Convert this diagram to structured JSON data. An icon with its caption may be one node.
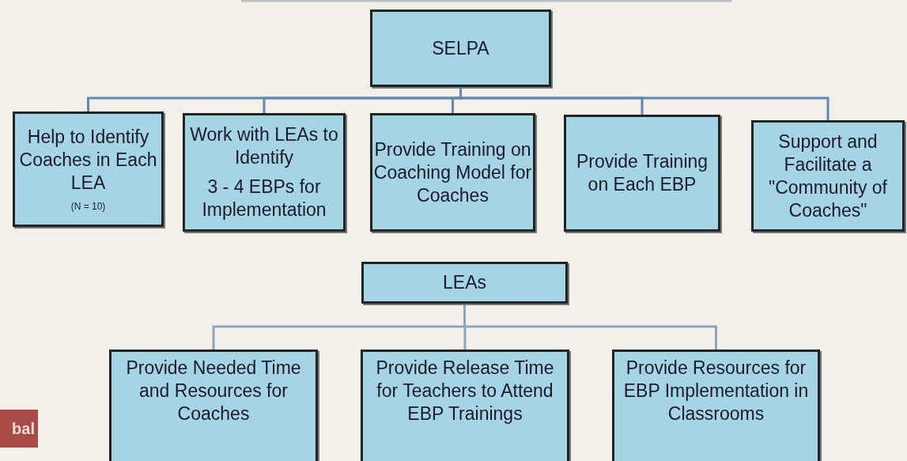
{
  "diagram": {
    "nodes": [
      {
        "text": [
          "SELPA"
        ]
      },
      {
        "text": [
          "Help to Identify Coaches in Each LEA",
          "(N = 10)"
        ]
      },
      {
        "text": [
          "Work with LEAs to Identify",
          "3 - 4 EBPs for Implementation"
        ]
      },
      {
        "text": [
          "Provide Training on Coaching Model for Coaches"
        ]
      },
      {
        "text": [
          "Provide Training on Each EBP"
        ]
      },
      {
        "text": [
          "Support and Facilitate a \"Community of Coaches\""
        ]
      },
      {
        "text": [
          "LEAs"
        ]
      },
      {
        "text": [
          "Provide Needed Time and Resources for Coaches"
        ]
      },
      {
        "text": [
          "Provide Release Time for Teachers to Attend EBP Trainings"
        ]
      },
      {
        "text": [
          "Provide Resources for EBP Implementation in Classrooms"
        ]
      }
    ],
    "edges": [
      {
        "from": 0,
        "to": 1,
        "arrow": "none"
      },
      {
        "from": 0,
        "to": 2,
        "arrow": "none"
      },
      {
        "from": 0,
        "to": 3,
        "arrow": "none"
      },
      {
        "from": 0,
        "to": 4,
        "arrow": "none"
      },
      {
        "from": 0,
        "to": 5,
        "arrow": "none"
      },
      {
        "from": 6,
        "to": 7,
        "arrow": "none"
      },
      {
        "from": 6,
        "to": 8,
        "arrow": "none"
      },
      {
        "from": 6,
        "to": 9,
        "arrow": "none"
      }
    ],
    "labels": [
      "bal"
    ]
  }
}
